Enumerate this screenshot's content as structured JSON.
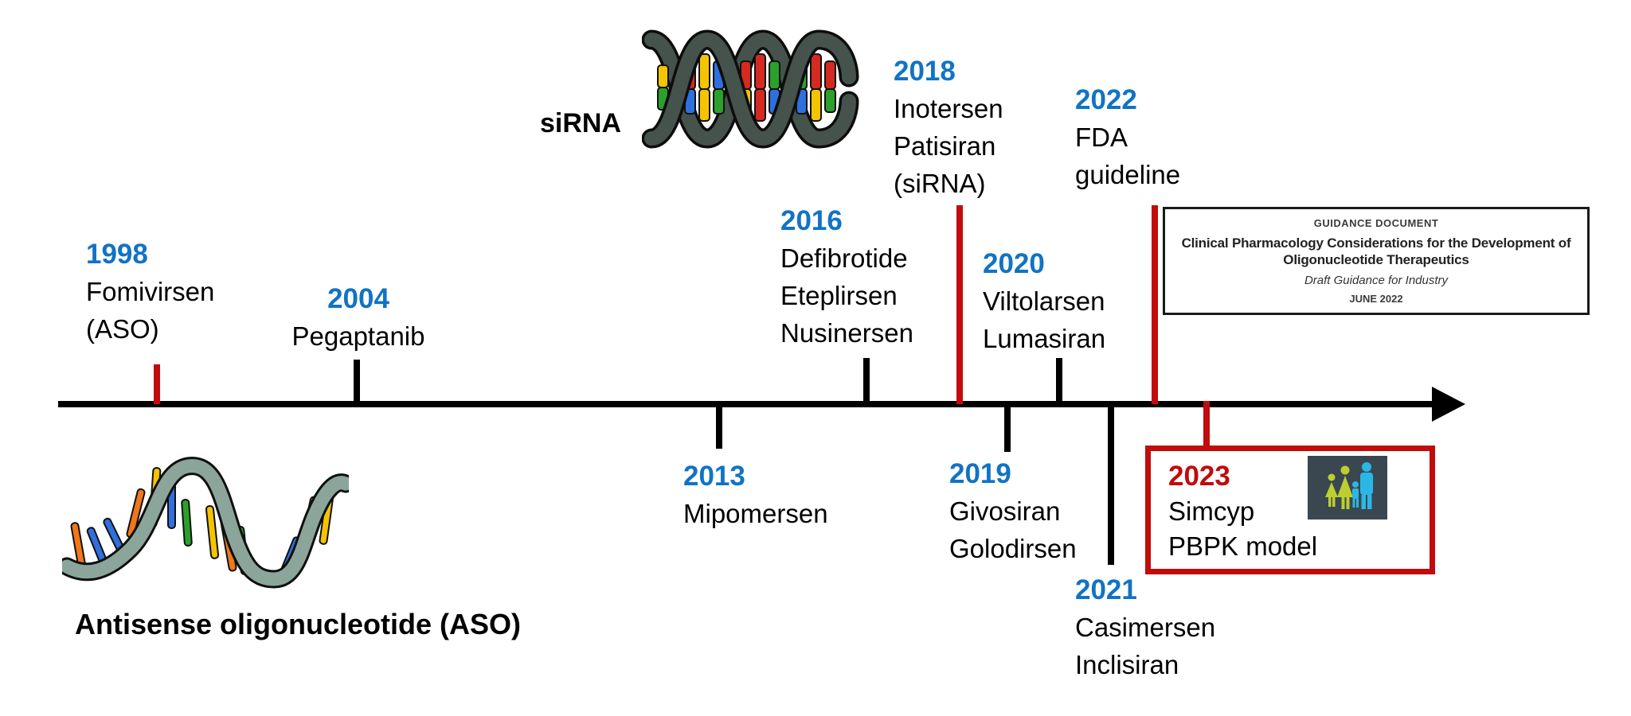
{
  "figure": {
    "type": "timeline",
    "topic": "Approval history of oligonucleotide therapeutics and related milestones",
    "axis_direction": "left-to-right arrow"
  },
  "colors": {
    "year_blue": "#1173C5",
    "milestone_red": "#C20B0B",
    "text_black": "#000000",
    "sirna_ribbon": "#46524C",
    "aso_ribbon": "#8BA59B",
    "simcyp_bg": "#3A4750",
    "simcyp_cyan": "#2BB7E5",
    "simcyp_lime": "#BCCF2F"
  },
  "labels": {
    "sirna": "siRNA",
    "aso": "Antisense oligonucleotide (ASO)"
  },
  "events": [
    {
      "year": "1998",
      "lines": [
        "Fomivirsen",
        "(ASO)"
      ],
      "tick": "red",
      "side": "above"
    },
    {
      "year": "2004",
      "lines": [
        "Pegaptanib"
      ],
      "tick": "black",
      "side": "above"
    },
    {
      "year": "2013",
      "lines": [
        "Mipomersen"
      ],
      "tick": "black",
      "side": "below"
    },
    {
      "year": "2016",
      "lines": [
        "Defibrotide",
        "Eteplirsen",
        "Nusinersen"
      ],
      "tick": "black",
      "side": "above"
    },
    {
      "year": "2018",
      "lines": [
        "Inotersen",
        "Patisiran",
        "(siRNA)"
      ],
      "tick": "red",
      "side": "above"
    },
    {
      "year": "2019",
      "lines": [
        "Givosiran",
        "Golodirsen"
      ],
      "tick": "black",
      "side": "below"
    },
    {
      "year": "2020",
      "lines": [
        "Viltolarsen",
        "Lumasiran"
      ],
      "tick": "black",
      "side": "above"
    },
    {
      "year": "2021",
      "lines": [
        "Casimersen",
        "Inclisiran"
      ],
      "tick": "black",
      "side": "below"
    },
    {
      "year": "2022",
      "lines": [
        "FDA",
        "guideline"
      ],
      "tick": "red",
      "side": "above"
    },
    {
      "year": "2023",
      "lines": [
        "Simcyp",
        "PBPK model"
      ],
      "tick": "red",
      "side": "below"
    }
  ],
  "guidance_document": {
    "eyebrow": "GUIDANCE DOCUMENT",
    "title": "Clinical Pharmacology Considerations for the Development of Oligonucleotide Therapeutics",
    "subtitle": "Draft Guidance for Industry",
    "date": "JUNE 2022"
  }
}
